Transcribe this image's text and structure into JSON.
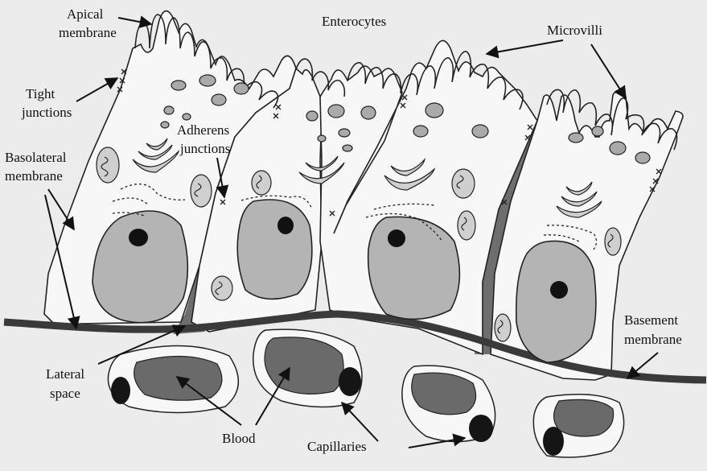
{
  "labels": {
    "apical": [
      "Apical",
      "membrane"
    ],
    "enterocytes": "Enterocytes",
    "microvilli": "Microvilli",
    "tight": [
      "Tight",
      "junctions"
    ],
    "adherens": [
      "Adherens",
      "junctions"
    ],
    "basolateral": [
      "Basolateral",
      "membrane"
    ],
    "basement": [
      "Basement",
      "membrane"
    ],
    "lateral": [
      "Lateral",
      "space"
    ],
    "blood": "Blood",
    "capillaries": "Capillaries"
  },
  "colors": {
    "background": "#ececec",
    "cell_fill": "#f7f7f7",
    "nucleus_fill": "#b4b4b4",
    "nucleolus": "#111111",
    "lateral_space": "#6e6e6e",
    "basement_membrane": "#3a3a3a",
    "blood_fill": "#6a6a6a",
    "rbc": "#151515",
    "organelle": "#aaaaaa",
    "outline": "#222222"
  }
}
